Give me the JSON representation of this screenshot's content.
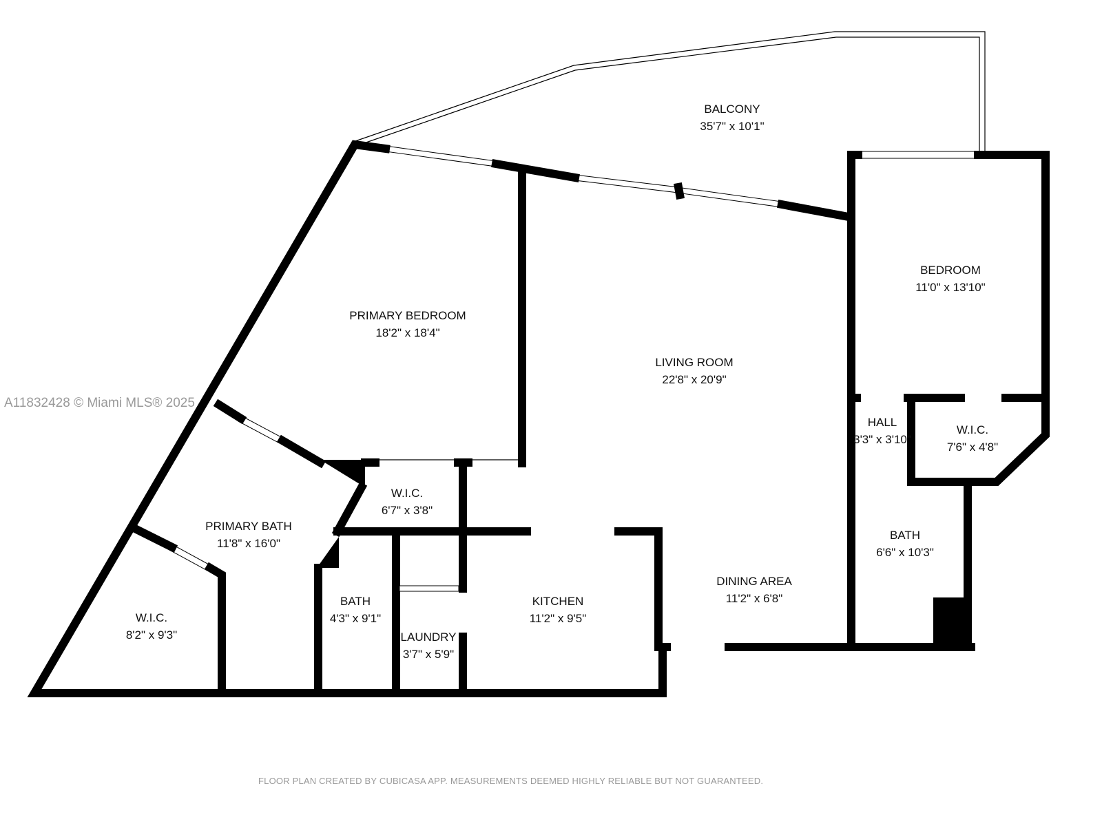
{
  "rooms": [
    {
      "name": "BALCONY",
      "size": "35'7\" x 10'1\""
    },
    {
      "name": "PRIMARY BEDROOM",
      "size": "18'2\" x 18'4\""
    },
    {
      "name": "LIVING ROOM",
      "size": "22'8\" x 20'9\""
    },
    {
      "name": "BEDROOM",
      "size": "11'0\" x 13'10\""
    },
    {
      "name": "HALL",
      "size": "3'3\" x 3'10\""
    },
    {
      "name": "W.I.C.",
      "size": "7'6\" x 4'8\""
    },
    {
      "name": "W.I.C.",
      "size": "6'7\" x 3'8\""
    },
    {
      "name": "PRIMARY BATH",
      "size": "11'8\" x 16'0\""
    },
    {
      "name": "BATH",
      "size": "6'6\" x 10'3\""
    },
    {
      "name": "DINING AREA",
      "size": "11'2\" x 6'8\""
    },
    {
      "name": "KITCHEN",
      "size": "11'2\" x 9'5\""
    },
    {
      "name": "BATH",
      "size": "4'3\" x 9'1\""
    },
    {
      "name": "LAUNDRY",
      "size": "3'7\" x 5'9\""
    },
    {
      "name": "W.I.C.",
      "size": "8'2\" x 9'3\""
    }
  ],
  "watermark": "A11832428 © Miami MLS® 2025",
  "footer": "FLOOR PLAN CREATED BY CUBICASA APP. MEASUREMENTS DEEMED HIGHLY RELIABLE BUT NOT GUARANTEED."
}
